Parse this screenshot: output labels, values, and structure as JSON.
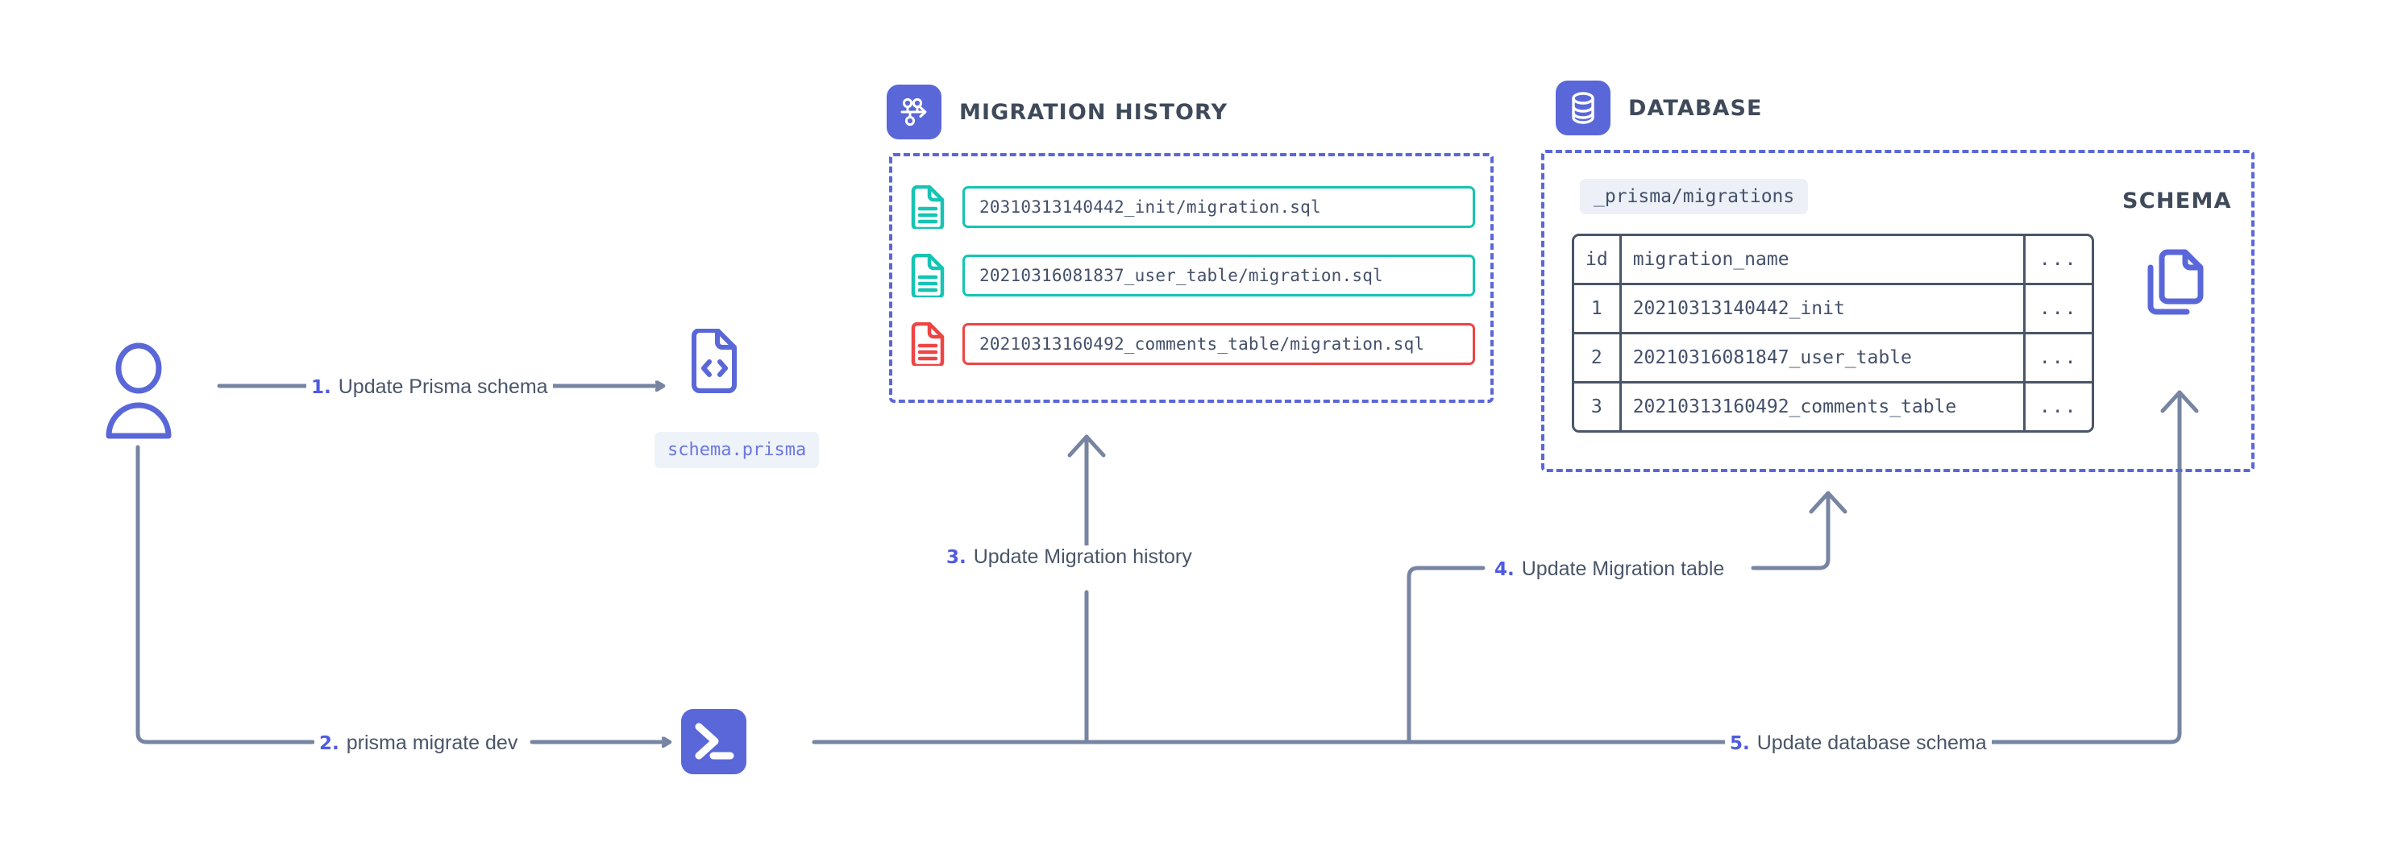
{
  "sections": {
    "migration_history": {
      "title": "MIGRATION HISTORY",
      "icon": "migration-branch-icon",
      "files": [
        {
          "name": "20310313140442_init/migration.sql",
          "status": "applied",
          "color": "#15C4B2"
        },
        {
          "name": "20210316081837_user_table/migration.sql",
          "status": "applied",
          "color": "#15C4B2"
        },
        {
          "name": "20210313160492_comments_table/migration.sql",
          "status": "pending",
          "color": "#EF4444"
        }
      ]
    },
    "database": {
      "title": "DATABASE",
      "icon": "database-icon",
      "chip_label": "_prisma/migrations",
      "schema_label": "SCHEMA",
      "schema_icon": "documents-copy-icon",
      "table": {
        "columns": [
          "id",
          "migration_name",
          "..."
        ],
        "rows": [
          {
            "id": "1",
            "migration_name": "20210313140442_init",
            "more": "...",
            "color": "#159A8C"
          },
          {
            "id": "2",
            "migration_name": "20210316081847_user_table",
            "more": "...",
            "color": "#159A8C"
          },
          {
            "id": "3",
            "migration_name": "20210313160492_comments_table",
            "more": "...",
            "color": "#EF4444"
          }
        ]
      }
    }
  },
  "actors": {
    "user": {
      "icon": "user-avatar-icon"
    },
    "schema_file": {
      "icon": "code-file-icon",
      "label": "schema.prisma"
    },
    "terminal": {
      "icon": "terminal-icon"
    }
  },
  "steps": [
    {
      "num": "1.",
      "text": "Update Prisma schema"
    },
    {
      "num": "2.",
      "text": "prisma migrate dev"
    },
    {
      "num": "3.",
      "text": "Update Migration history"
    },
    {
      "num": "4.",
      "text": "Update Migration table"
    },
    {
      "num": "5.",
      "text": "Update database schema"
    }
  ],
  "colors": {
    "accent_purple": "#5A67D8",
    "line_gray": "#7785A2",
    "teal": "#15C4B2",
    "red": "#EF4444",
    "dark_slate": "#4A5568"
  }
}
